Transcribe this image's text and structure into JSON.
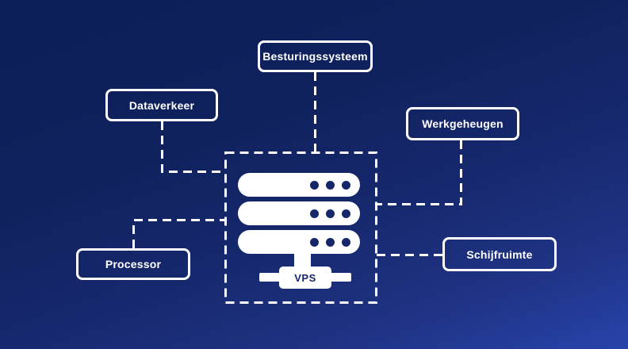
{
  "diagram": {
    "type": "vps-architecture-diagram",
    "center": {
      "label": "VPS"
    },
    "nodes": [
      {
        "id": "besturingssysteem",
        "label": "Besturingssysteem",
        "position": "top-center"
      },
      {
        "id": "dataverkeer",
        "label": "Dataverkeer",
        "position": "upper-left"
      },
      {
        "id": "werkgeheugen",
        "label": "Werkgeheugen",
        "position": "upper-right"
      },
      {
        "id": "processor",
        "label": "Processor",
        "position": "lower-left"
      },
      {
        "id": "schijfruimte",
        "label": "Schijfruimte",
        "position": "lower-right"
      }
    ],
    "connections": [
      {
        "from": "besturingssysteem",
        "to": "vps",
        "style": "dashed"
      },
      {
        "from": "dataverkeer",
        "to": "vps",
        "style": "dashed"
      },
      {
        "from": "werkgeheugen",
        "to": "vps",
        "style": "dashed"
      },
      {
        "from": "processor",
        "to": "vps",
        "style": "dashed"
      },
      {
        "from": "schijfruimte",
        "to": "vps",
        "style": "dashed"
      }
    ],
    "colors": {
      "background_top": "#0c1e55",
      "background_bottom": "#2843ab",
      "line": "#ffffff",
      "text": "#ffffff",
      "server_accent": "#15276a"
    }
  }
}
